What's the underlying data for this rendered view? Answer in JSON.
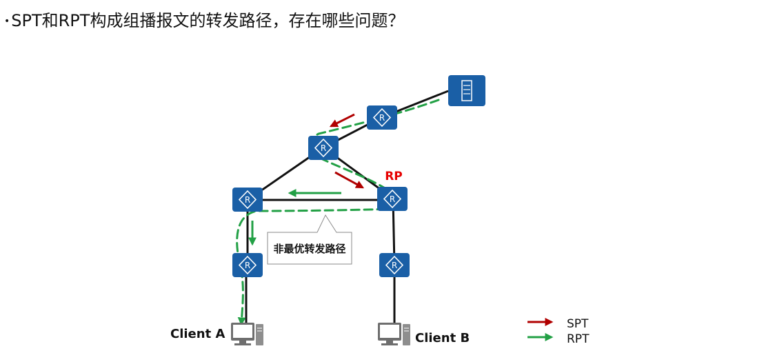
{
  "title": "SPT和RPT构成组播报文的转发路径，存在哪些问题？",
  "bullet_glyph": "•",
  "rp_label": "RP",
  "router_glyph": "R",
  "callout_text": "非最优转发路径",
  "client_a_label": "Client A",
  "client_b_label": "Client B",
  "legend": {
    "spt_label": "SPT",
    "rpt_label": "RPT"
  },
  "colors": {
    "router_fill": "#1a5fa6",
    "spt_arrow": "#b00000",
    "rpt_arrow": "#22a045",
    "rp_label": "#e60000",
    "link": "#111111"
  }
}
